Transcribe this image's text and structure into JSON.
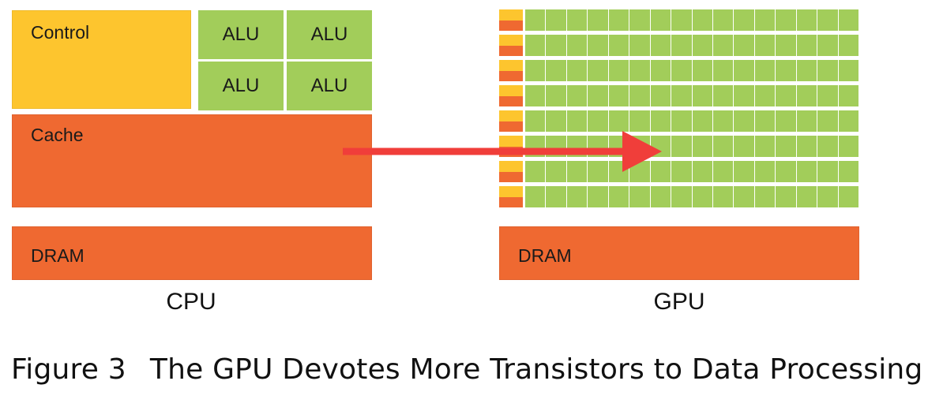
{
  "cpu": {
    "control_label": "Control",
    "alu_labels": [
      "ALU",
      "ALU",
      "ALU",
      "ALU"
    ],
    "cache_label": "Cache",
    "dram_label": "DRAM",
    "name": "CPU"
  },
  "gpu": {
    "rows": 8,
    "cores_per_row": 16,
    "dram_label": "DRAM",
    "name": "GPU"
  },
  "colors": {
    "control": "#FDC52E",
    "alu": "#A2CD5A",
    "cache": "#EF6931",
    "dram": "#EF6931",
    "arrow": "#F03E3A"
  },
  "caption": {
    "figure_number": "Figure 3",
    "text": "The GPU Devotes More Transistors to Data Processing"
  }
}
